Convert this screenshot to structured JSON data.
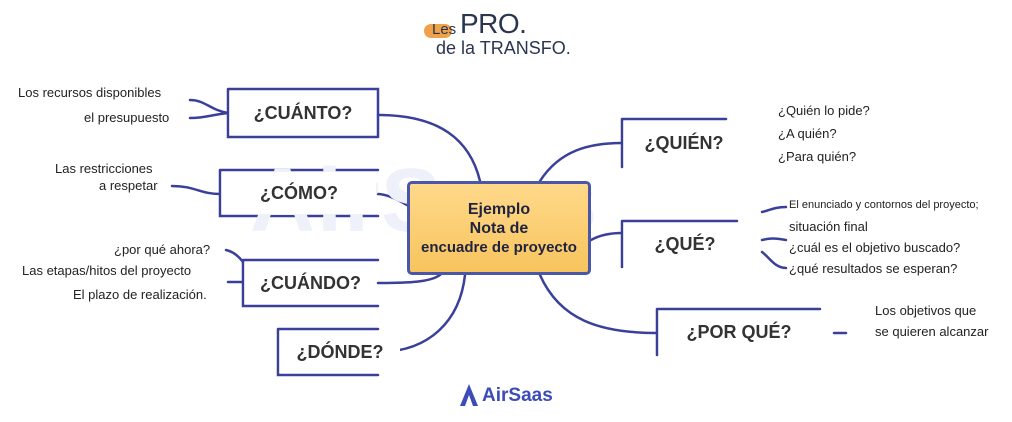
{
  "logo": {
    "les": "Les",
    "pro": "PRO.",
    "subtitle": "de la TRANSFO.",
    "accent_color": "#f0a24a",
    "text_color": "#2a3550"
  },
  "center": {
    "line1": "Ejemplo",
    "line2": "Nota de",
    "line3": "encuadre de proyecto",
    "fill_color": "#f7c45e",
    "border_color": "#4a56a6"
  },
  "branches": {
    "cuanto": "¿CUÁNTO?",
    "como": "¿CÓMO?",
    "cuando": "¿CUÁNDO?",
    "donde": "¿DÓNDE?",
    "quien": "¿QUIÉN?",
    "que": "¿QUÉ?",
    "por_que": "¿POR QUÉ?"
  },
  "leaves": {
    "cuanto": [
      "Los recursos disponibles",
      "el presupuesto"
    ],
    "como": [
      "Las restricciones",
      "a respetar"
    ],
    "cuando": [
      "¿por qué ahora?",
      "Las etapas/hitos del proyecto",
      "El plazo de realización."
    ],
    "quien": [
      "¿Quién lo pide?",
      "¿A quién?",
      "¿Para quién?"
    ],
    "que": [
      "El enunciado y contornos del proyecto;",
      "situación final",
      "¿cuál es el objetivo buscado?",
      "¿qué resultados se esperan?"
    ],
    "por_que": [
      "Los objetivos que",
      "se quieren alcanzar"
    ]
  },
  "brand": {
    "name": "AirSaas",
    "color": "#3b4cb8"
  },
  "line_color": "#3a3f9a"
}
